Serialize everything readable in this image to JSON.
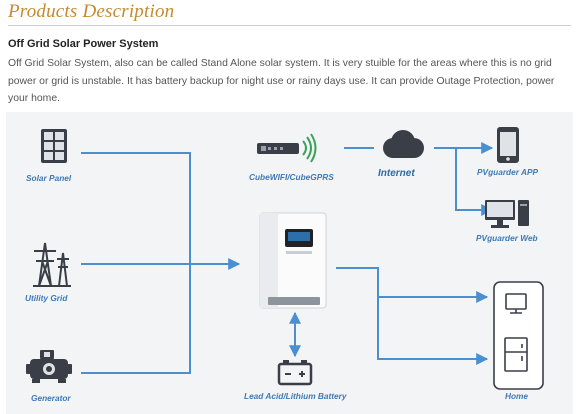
{
  "heading": "Products Description",
  "subtitle": "Off Grid Solar Power System",
  "description": "Off Grid Solar System, also can be called Stand Alone solar system. It is very stuible for the areas where this is no grid power or grid is unstable. It has battery backup for night use or rainy days use. It can provide Outage Protection, power your home.",
  "diagram": {
    "labels": {
      "solar_panel": "Solar Panel",
      "utility_grid": "Utility Grid",
      "generator": "Generator",
      "cube": "CubeWIFI/CubeGPRS",
      "internet": "Internet",
      "app": "PVguarder APP",
      "web": "PVguarder Web",
      "battery": "Lead Acid/Lithium Battery",
      "home": "Home"
    },
    "colors": {
      "line": "#4a90d0",
      "label": "#3e7ab6",
      "icon": "#3a3f47"
    }
  }
}
